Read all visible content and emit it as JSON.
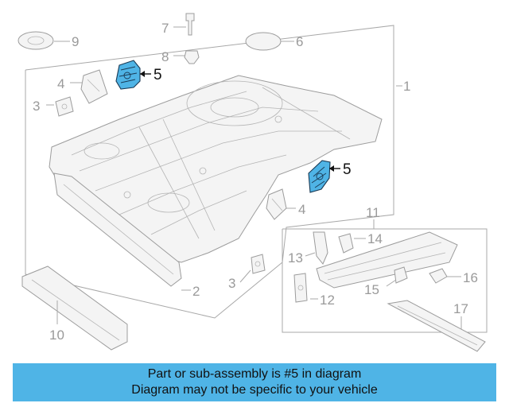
{
  "banner": {
    "line1": "Part or sub-assembly is #5 in diagram",
    "line2": "Diagram may not be specific to your vehicle"
  },
  "callouts": {
    "c1": "1",
    "c2": "2",
    "c3a": "3",
    "c3b": "3",
    "c4a": "4",
    "c4b": "4",
    "c5a": "5",
    "c5b": "5",
    "c6": "6",
    "c7": "7",
    "c8": "8",
    "c9": "9",
    "c10": "10",
    "c11": "11",
    "c12": "12",
    "c13": "13",
    "c14": "14",
    "c15": "15",
    "c16": "16",
    "c17": "17"
  },
  "highlight_part": "5",
  "colors": {
    "highlight": "#4fb4e6",
    "banner": "#4fb4e6",
    "line": "#9c9c9c"
  }
}
